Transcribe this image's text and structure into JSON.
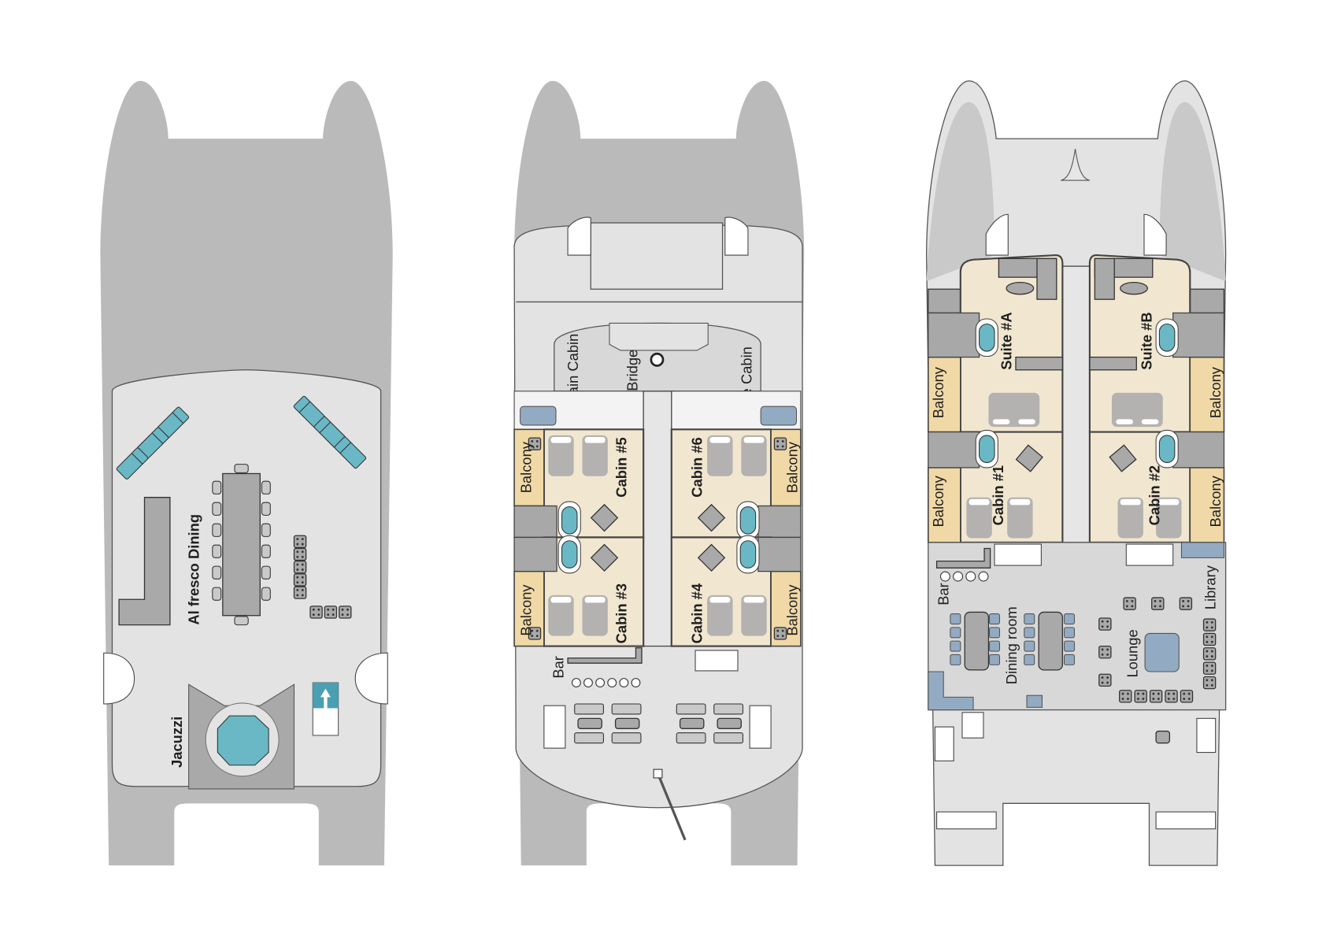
{
  "decks": [
    {
      "name": "sun-deck",
      "labels": {
        "dining": "Al fresco Dining",
        "jacuzzi": "Jacuzzi"
      }
    },
    {
      "name": "upper-deck",
      "labels": {
        "captain_cabin": "Captain Cabin",
        "bridge": "Bridge",
        "guide_cabin": "Guide Cabin",
        "cabin5": "Cabin #5",
        "cabin6": "Cabin #6",
        "cabin3": "Cabin #3",
        "cabin4": "Cabin #4",
        "balcony": "Balcony",
        "bar": "Bar"
      }
    },
    {
      "name": "main-deck",
      "labels": {
        "suiteA": "Suite #A",
        "suiteB": "Suite #B",
        "cabin1": "Cabin #1",
        "cabin2": "Cabin #2",
        "balcony": "Balcony",
        "bar": "Bar",
        "dining_room": "Dining room",
        "lounge": "Lounge",
        "library": "Library"
      }
    }
  ],
  "colors": {
    "hull": "#bababb",
    "deck": "#e3e3e4",
    "cabin": "#f1e6cf",
    "balcony": "#f0d9a6",
    "water": "#6ab8c5"
  }
}
